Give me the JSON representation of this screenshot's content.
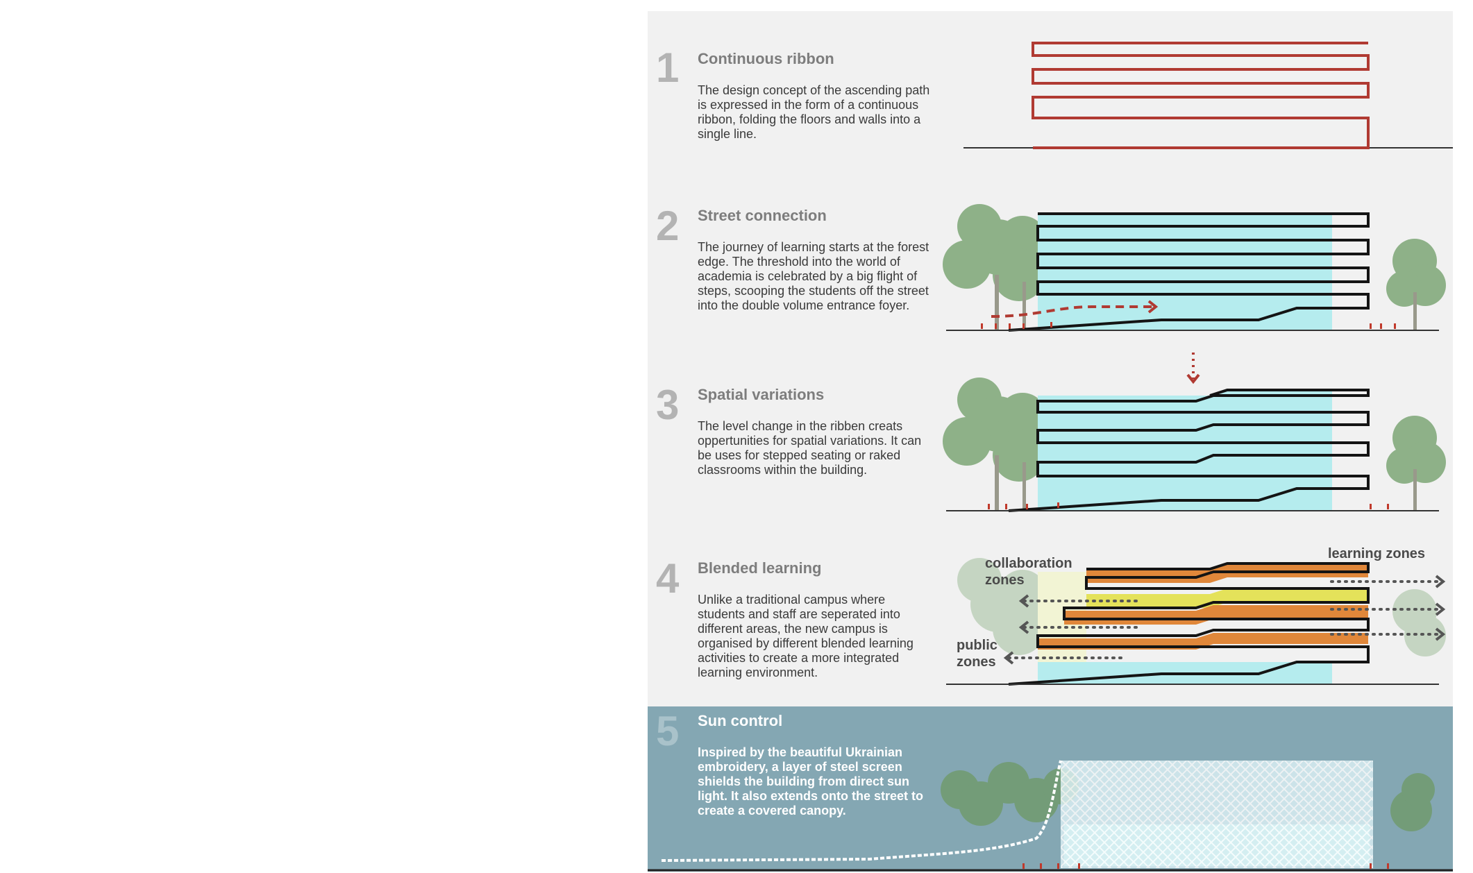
{
  "panels": [
    {
      "number": "1",
      "title": "Continuous ribbon",
      "text": "The design concept of the ascending path is expressed in the form of a continuous ribbon, folding the floors and walls into a single line."
    },
    {
      "number": "2",
      "title": "Street connection",
      "text": "The journey of learning starts at the forest edge. The threshold into the world of academia is celebrated by a big flight of steps, scooping the students off the street into the double volume entrance foyer."
    },
    {
      "number": "3",
      "title": "Spatial variations",
      "text": "The level change in the ribben creats oppertunities for spatial variations. It can be uses for stepped seating or raked classrooms within the building."
    },
    {
      "number": "4",
      "title": "Blended learning",
      "text": "Unlike a traditional campus where students and staff are seperated into different areas, the new campus is organised by different blended learning activities to create a more integrated learning environment.",
      "labels": {
        "collab_1": "collaboration",
        "collab_2": "zones",
        "learning": "learning zones",
        "public_1": "public",
        "public_2": "zones"
      }
    },
    {
      "number": "5",
      "title": "Sun control",
      "text": "Inspired by the beautiful Ukrainian embroidery, a layer of steel screen shields the building from direct sun light. It also extends onto the street to create a covered canopy."
    }
  ],
  "colors": {
    "board": "#f1f1f1",
    "ribbon": "#b03a32",
    "glass": "#b5ecee",
    "ribbon_dark": "#141414",
    "tree": "#6f9a6a",
    "orange": "#e0873a",
    "yellow": "#e4e25a",
    "sun_bg": "#84a7b3"
  },
  "icons": [
    "tree-icon",
    "arrow-icon",
    "steel-screen-icon"
  ]
}
